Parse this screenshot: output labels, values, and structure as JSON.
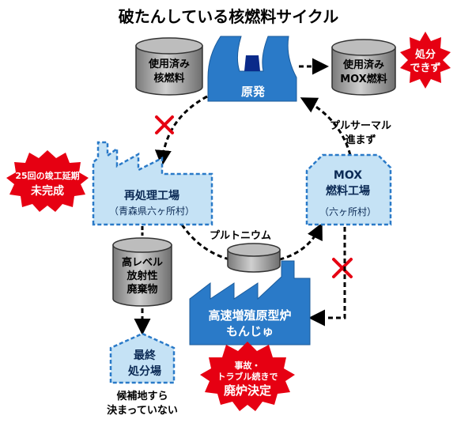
{
  "title": "破たんしている核燃料サイクル",
  "nodes": {
    "spent_fuel": [
      "使用済み",
      "核燃料"
    ],
    "power_plant": "原発",
    "spent_mox": [
      "使用済み",
      "MOX燃料"
    ],
    "reprocessing_plant": {
      "name": "再処理工場",
      "location": "（青森県六ヶ所村）"
    },
    "mox_plant": {
      "name": [
        "MOX",
        "燃料工場"
      ],
      "location": "（六ヶ所村）"
    },
    "plutonium": "プルトニウム",
    "hlw": [
      "高レベル",
      "放射性",
      "廃棄物"
    ],
    "monju": [
      "高速増殖原型炉",
      "もんじゅ"
    ],
    "final_disposal": [
      "最終",
      "処分場"
    ]
  },
  "notes": {
    "pluthermal": [
      "プルサーマル",
      "進まず"
    ],
    "candidate": [
      "候補地すら",
      "決まっていない"
    ]
  },
  "badges": {
    "no_disposal": [
      "処分",
      "できず"
    ],
    "delay": {
      "line1": "25回の竣工延期",
      "line2": "未完成"
    },
    "monju_decommission": {
      "line1": "事故・",
      "line2": "トラブル続きで",
      "line3": "廃炉決定"
    }
  },
  "colors": {
    "facility_blue": "#2a7ac8",
    "light_blue": "#c5e2f5",
    "cylinder_gray": "#9a9a9a",
    "badge_red": "#e60012",
    "cross_red": "#e60012"
  }
}
